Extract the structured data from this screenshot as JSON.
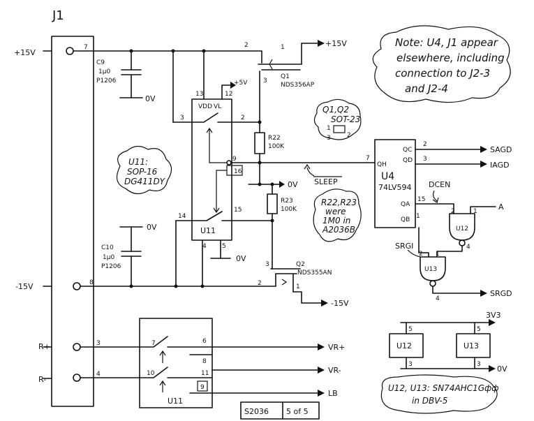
{
  "connector": {
    "ref": "J1"
  },
  "nets": {
    "p15_left": "+15V",
    "m15_left": "-15V",
    "r_plus": "R+",
    "r_minus": "R-",
    "p15_right": "+15V",
    "m15_right": "-15V",
    "p5": "+5V",
    "ov_c9": "0V",
    "ov_c10": "0V",
    "ov_mid": "0V",
    "ov_u11": "0V",
    "ov_bot": "0V",
    "sagd": "SAGD",
    "iagd": "IAGD",
    "a": "A",
    "srgd": "SRGD",
    "vrp": "VR+",
    "vrm": "VR-",
    "lb": "LB",
    "sleep": "SLEEP",
    "dcen": "DCEN",
    "srgi": "SRGI",
    "v3v3": "3V3"
  },
  "pins": {
    "j1_7": "7",
    "j1_8": "8",
    "j1_3": "3",
    "j1_4": "4",
    "q1_1": "1",
    "q1_2": "2",
    "q1_3": "3",
    "u11_13": "13",
    "u11_12": "12",
    "u11_3": "3",
    "u11_2": "2",
    "u11_9": "9",
    "u11_16": "16",
    "u11_14": "14",
    "u11_15": "15",
    "u11_4": "4",
    "u11_5": "5",
    "q2_1": "1",
    "q2_2": "2",
    "q2_3": "3",
    "u4_7": "7",
    "u4_2": "2",
    "u4_3": "3",
    "u4_15": "15",
    "u4_1": "1",
    "u12_2": "2",
    "u12_1": "1",
    "u12_4": "4",
    "u13_2": "2",
    "u13_1": "1",
    "u13_4": "4",
    "sw_7": "7",
    "sw_6": "6",
    "sw_8": "8",
    "sw_10": "10",
    "sw_11": "11",
    "sw_9": "9",
    "pw_u12_5": "5",
    "pw_u12_3": "3",
    "pw_u13_5": "5",
    "pw_u13_3": "3"
  },
  "components": {
    "c9": {
      "ref": "C9",
      "value": "1μ0",
      "pkg": "P1206"
    },
    "c10": {
      "ref": "C10",
      "value": "1μ0",
      "pkg": "P1206"
    },
    "q1": {
      "ref": "Q1",
      "part": "NDS356AP"
    },
    "q2": {
      "ref": "Q2",
      "part": "NDS355AN"
    },
    "r22": {
      "ref": "R22",
      "value": "100K"
    },
    "r23": {
      "ref": "R23",
      "value": "100K"
    },
    "u11": {
      "ref": "U11",
      "vdd": "VDD",
      "vl": "VL"
    },
    "u11_bot": {
      "ref": "U11"
    },
    "u4": {
      "ref": "U4",
      "part": "74LV594",
      "qc": "QC",
      "qd": "QD",
      "qh": "QH",
      "qa": "QA",
      "qb": "QB"
    },
    "u12": {
      "ref": "U12"
    },
    "u13": {
      "ref": "U13"
    },
    "u12_pwr": {
      "ref": "U12"
    },
    "u13_pwr": {
      "ref": "U13"
    }
  },
  "notes": {
    "main": [
      "Note: U4, J1 appear",
      "elsewhere, including",
      "connection to J2-3",
      "and J2-4"
    ],
    "u11_pkg": [
      "U11:",
      "SOP-16",
      "DG411DY"
    ],
    "q_pkg": [
      "Q1,Q2",
      "SOT-23"
    ],
    "q_pkg_pins": [
      "1",
      "3",
      "2"
    ],
    "r_note": [
      "R22,R23",
      "were",
      "1M0 in",
      "A2036B"
    ],
    "u12_note": [
      "U12, U13: SN74AHC1Gфф",
      "in DBV-5"
    ]
  },
  "title_block": {
    "doc": "S2036",
    "sheet": "5 of 5"
  }
}
